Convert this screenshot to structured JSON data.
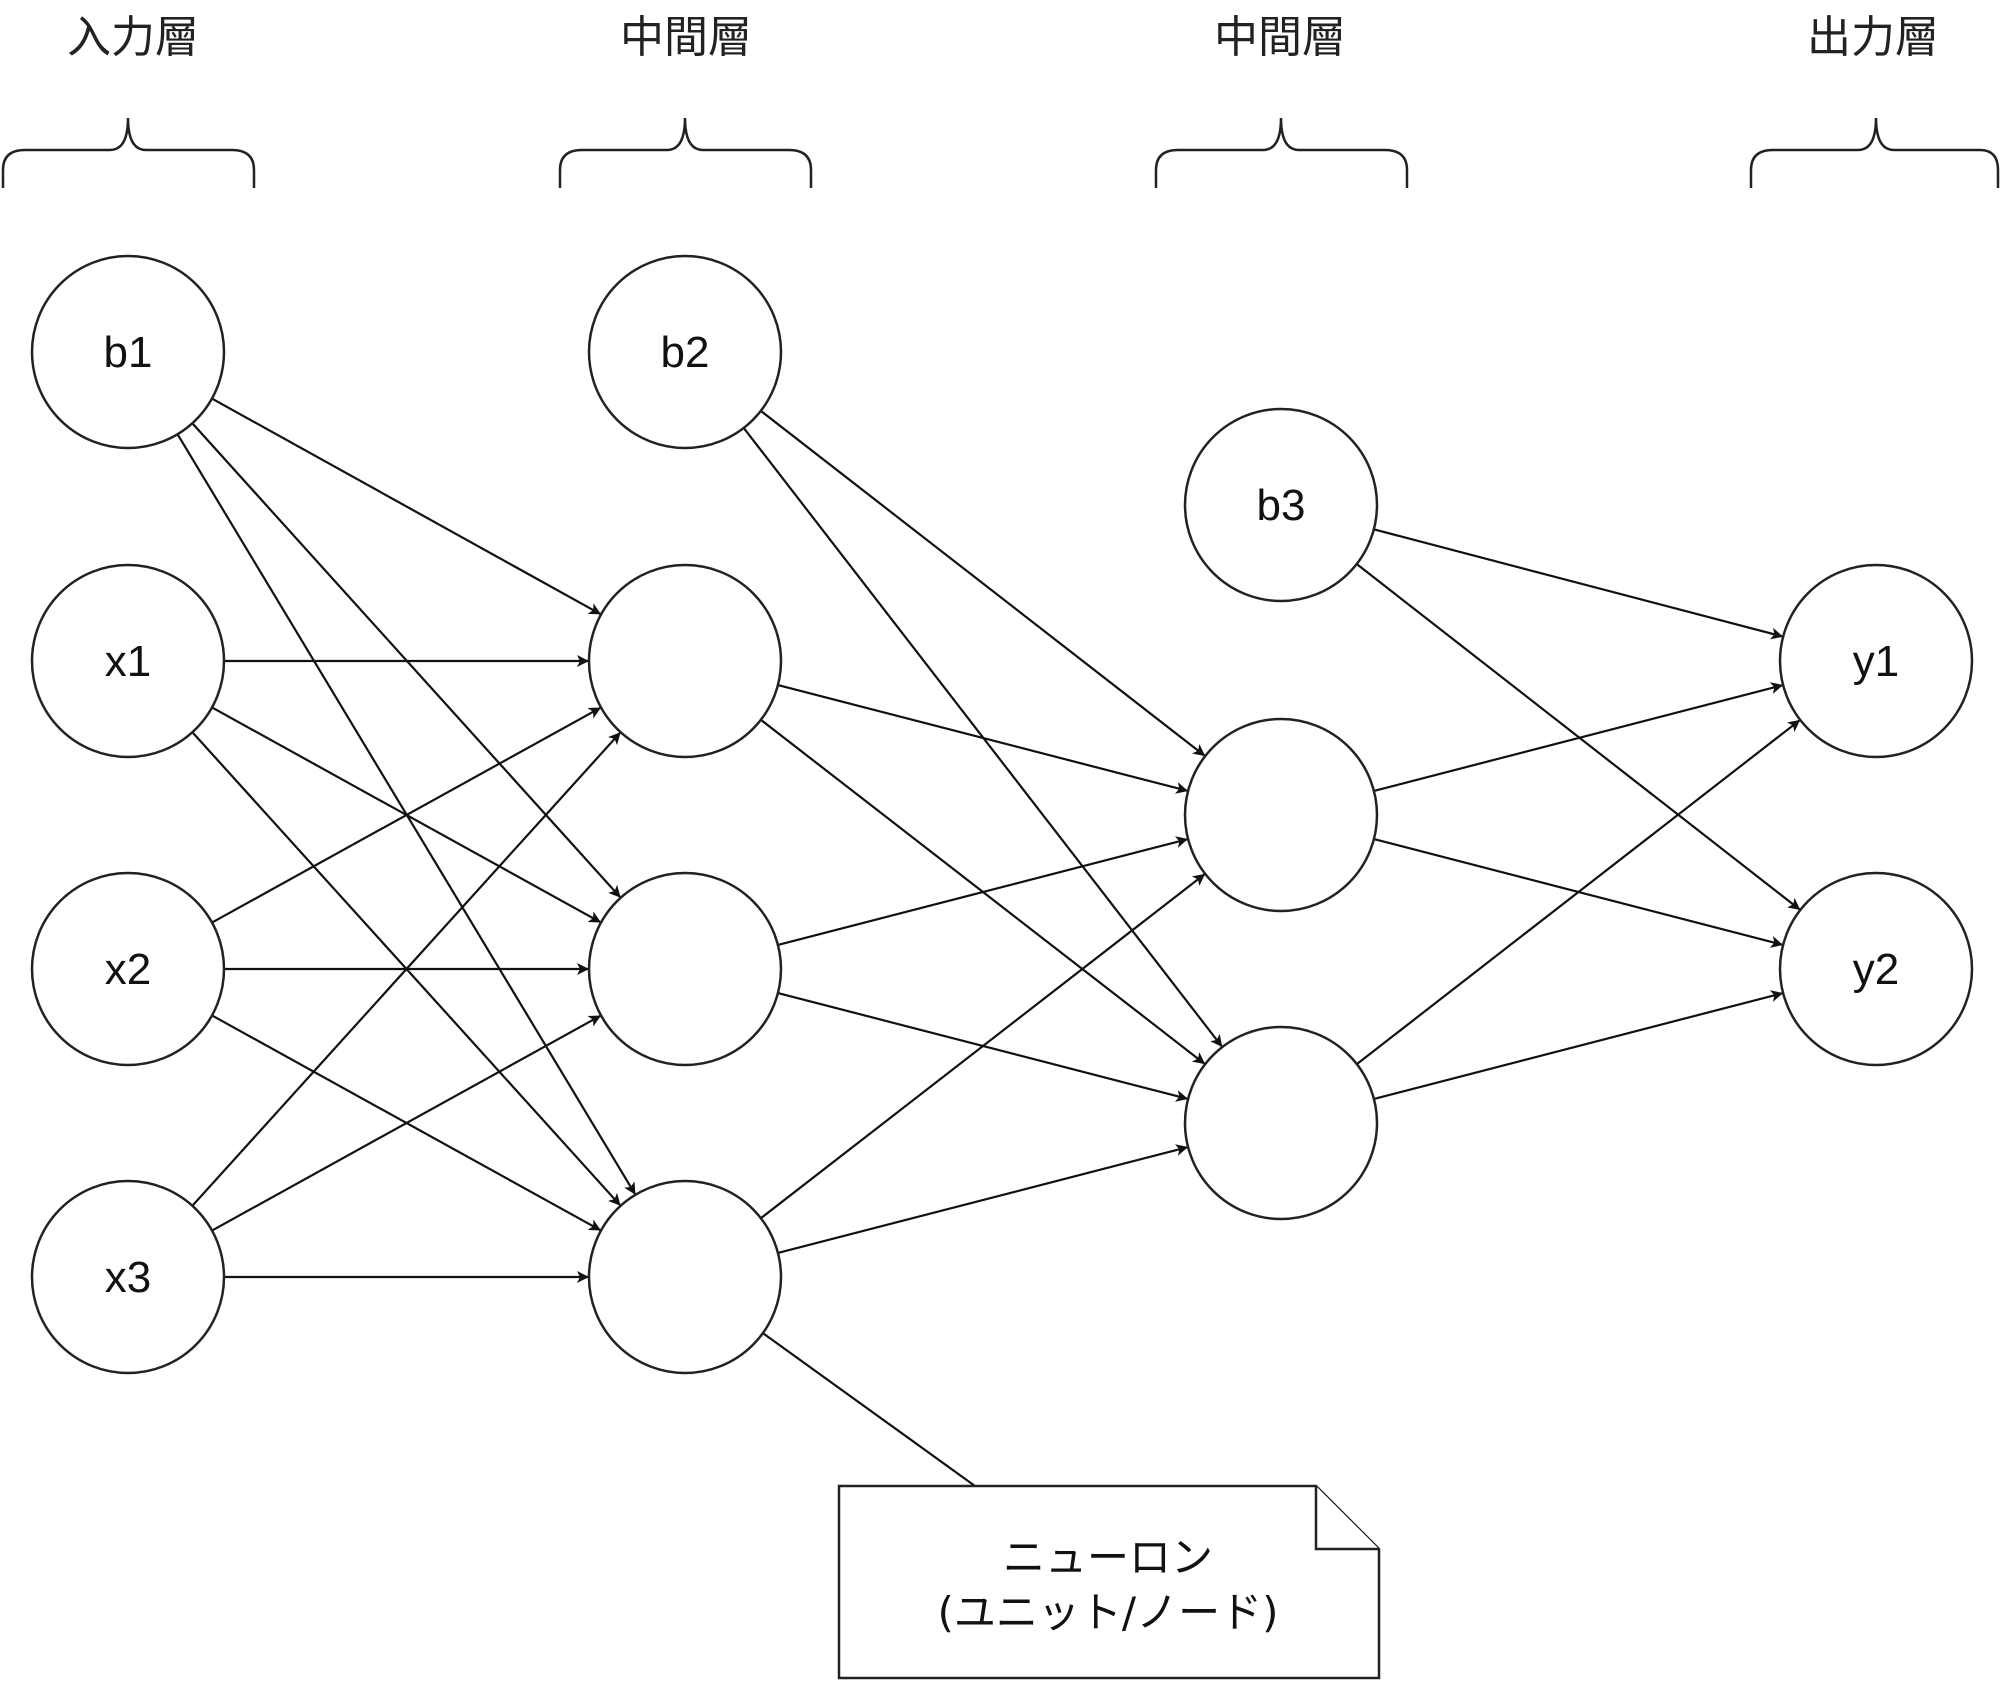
{
  "layers": [
    {
      "label": "入力層"
    },
    {
      "label": "中間層"
    },
    {
      "label": "中間層"
    },
    {
      "label": "出力層"
    }
  ],
  "nodes": [
    {
      "id": "b1",
      "label": "b1"
    },
    {
      "id": "x1",
      "label": "x1"
    },
    {
      "id": "x2",
      "label": "x2"
    },
    {
      "id": "x3",
      "label": "x3"
    },
    {
      "id": "b2",
      "label": "b2"
    },
    {
      "id": "h1a",
      "label": ""
    },
    {
      "id": "h1b",
      "label": ""
    },
    {
      "id": "h1c",
      "label": ""
    },
    {
      "id": "b3",
      "label": "b3"
    },
    {
      "id": "h2a",
      "label": ""
    },
    {
      "id": "h2b",
      "label": ""
    },
    {
      "id": "y1",
      "label": "y1"
    },
    {
      "id": "y2",
      "label": "y2"
    }
  ],
  "edges": [
    [
      "b1",
      "h1a"
    ],
    [
      "b1",
      "h1b"
    ],
    [
      "b1",
      "h1c"
    ],
    [
      "x1",
      "h1a"
    ],
    [
      "x1",
      "h1b"
    ],
    [
      "x1",
      "h1c"
    ],
    [
      "x2",
      "h1a"
    ],
    [
      "x2",
      "h1b"
    ],
    [
      "x2",
      "h1c"
    ],
    [
      "x3",
      "h1a"
    ],
    [
      "x3",
      "h1b"
    ],
    [
      "x3",
      "h1c"
    ],
    [
      "b2",
      "h2a"
    ],
    [
      "b2",
      "h2b"
    ],
    [
      "h1a",
      "h2a"
    ],
    [
      "h1a",
      "h2b"
    ],
    [
      "h1b",
      "h2a"
    ],
    [
      "h1b",
      "h2b"
    ],
    [
      "h1c",
      "h2a"
    ],
    [
      "h1c",
      "h2b"
    ],
    [
      "b3",
      "y1"
    ],
    [
      "b3",
      "y2"
    ],
    [
      "h2a",
      "y1"
    ],
    [
      "h2a",
      "y2"
    ],
    [
      "h2b",
      "y1"
    ],
    [
      "h2b",
      "y2"
    ]
  ],
  "note": {
    "target": "h1c",
    "line1": "ニューロン",
    "line2": "(ユニット/ノード)"
  }
}
